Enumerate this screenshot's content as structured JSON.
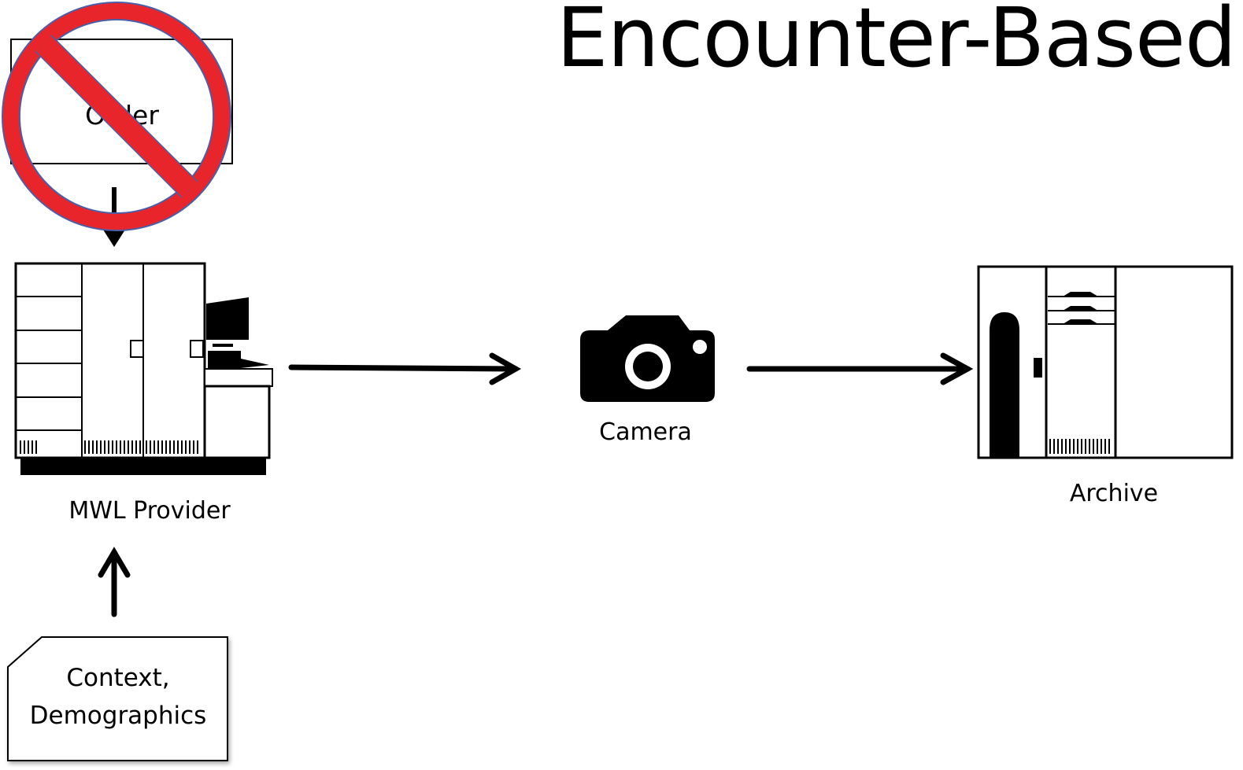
{
  "title": "Encounter-Based",
  "nodes": {
    "order": "Order",
    "mwl_provider": "MWL Provider",
    "camera": "Camera",
    "archive": "Archive",
    "context": "Context, Demographics"
  },
  "colors": {
    "prohibition_fill": "#e8252a",
    "prohibition_outline": "#4a5fa8",
    "stroke": "#000000"
  },
  "icons": [
    "no-symbol-icon",
    "modality-workstation-icon",
    "camera-icon",
    "archive-server-icon"
  ]
}
